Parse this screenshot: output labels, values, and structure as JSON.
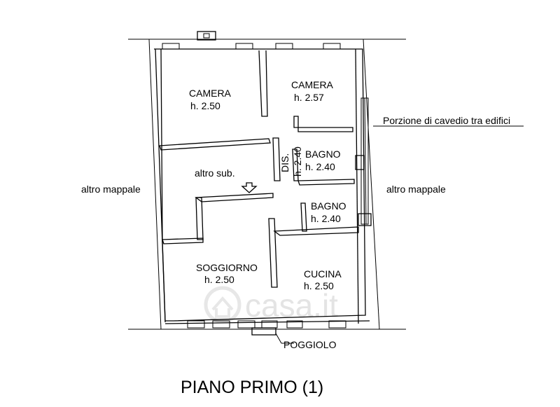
{
  "rooms": {
    "camera_left": {
      "name": "CAMERA",
      "height": "h. 2.50"
    },
    "camera_right": {
      "name": "CAMERA",
      "height": "h. 2.57"
    },
    "bagno_upper": {
      "name": "BAGNO",
      "height": "h. 2.40"
    },
    "bagno_lower": {
      "name": "BAGNO",
      "height": "h. 2.40"
    },
    "dis": {
      "name": "DIS.",
      "height": "h. 2.40"
    },
    "altro_sub": {
      "name": "altro sub."
    },
    "soggiorno": {
      "name": "SOGGIORNO",
      "height": "h. 2.50"
    },
    "cucina": {
      "name": "CUCINA",
      "height": "h. 2.50"
    }
  },
  "annotations": {
    "altro_mappale_left": "altro mappale",
    "altro_mappale_right": "altro mappale",
    "cavedio": "Porzione di cavedio tra edifici",
    "poggiolo": "POGGIOLO"
  },
  "watermark": "casa.it",
  "title": "PIANO PRIMO (1)"
}
